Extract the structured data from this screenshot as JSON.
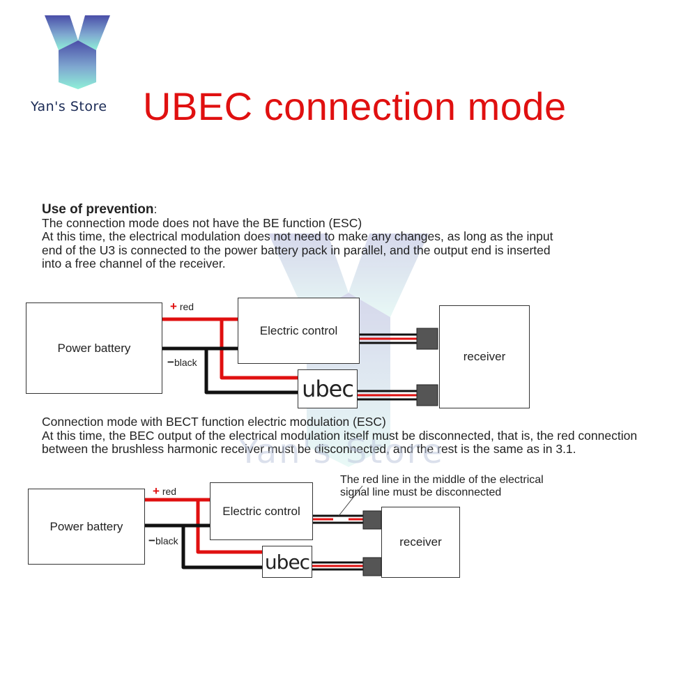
{
  "header": {
    "brand": "Yan's Store",
    "title": "UBEC connection mode"
  },
  "section1": {
    "heading": "Use of prevention",
    "lines": [
      "The connection mode does not have the BE function (ESC)",
      "At this time, the electrical modulation does not need to make any changes, as long as the input",
      "end of the U3 is connected to the power battery pack in parallel, and the output end is inserted",
      "into a free channel of the receiver."
    ]
  },
  "section2": {
    "lines": [
      "Connection mode with BECT function electric modulation (ESC)",
      "At this time, the BEC output of the electrical modulation itself must be disconnected, that is, the red connection",
      "between the brushless harmonic receiver must be disconnected, and the rest is the same as in 3.1."
    ]
  },
  "diagram1": {
    "power_battery": "Power battery",
    "electric_control": "Electric control",
    "receiver": "receiver",
    "ubec": "ubec",
    "red": "red",
    "black": "black"
  },
  "diagram2": {
    "power_battery": "Power battery",
    "electric_control": "Electric control",
    "receiver": "receiver",
    "ubec": "ubec",
    "red": "red",
    "black": "black",
    "note_lines": [
      "The red line in the middle of the electrical",
      "signal line must be disconnected"
    ]
  },
  "watermark": "Yan's Store",
  "colors": {
    "title": "#e01010",
    "wire_red": "#e01010",
    "wire_black": "#111111",
    "logo_top": "#5a5fb0",
    "logo_bottom": "#7fe0d0"
  }
}
